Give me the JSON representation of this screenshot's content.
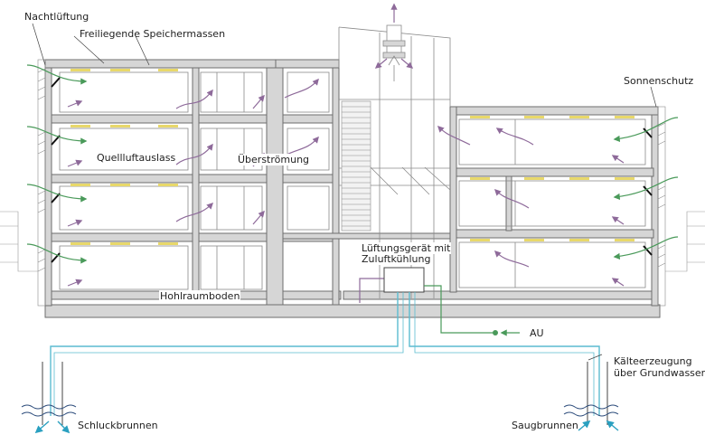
{
  "labels": {
    "night_ventilation": "Nachtlüftung",
    "exposed_thermal_mass": "Freiliegende Speichermassen",
    "sun_shading": "Sonnenschutz",
    "displacement_outlet": "Quellluftauslass",
    "overflow": "Überströmung",
    "ventilation_unit_line1": "Lüftungsgerät mit",
    "ventilation_unit_line2": "Zuluftkühlung",
    "cavity_floor": "Hohlraumboden",
    "outside_air": "AU",
    "cooling_line1": "Kälteerzeugung",
    "cooling_line2": "über Grundwasser",
    "injection_well": "Schluckbrunnen",
    "supply_well": "Saugbrunnen"
  },
  "colors": {
    "wall": "#6e6e6e",
    "wall_fill": "#d6d6d6",
    "line": "#8a8a8a",
    "warm_air": "#8e6a9a",
    "fresh_air": "#4a9a5a",
    "groundwater": "#5bbcd0",
    "ceiling_light": "#e8d86a",
    "water": "#2a4a7a"
  }
}
